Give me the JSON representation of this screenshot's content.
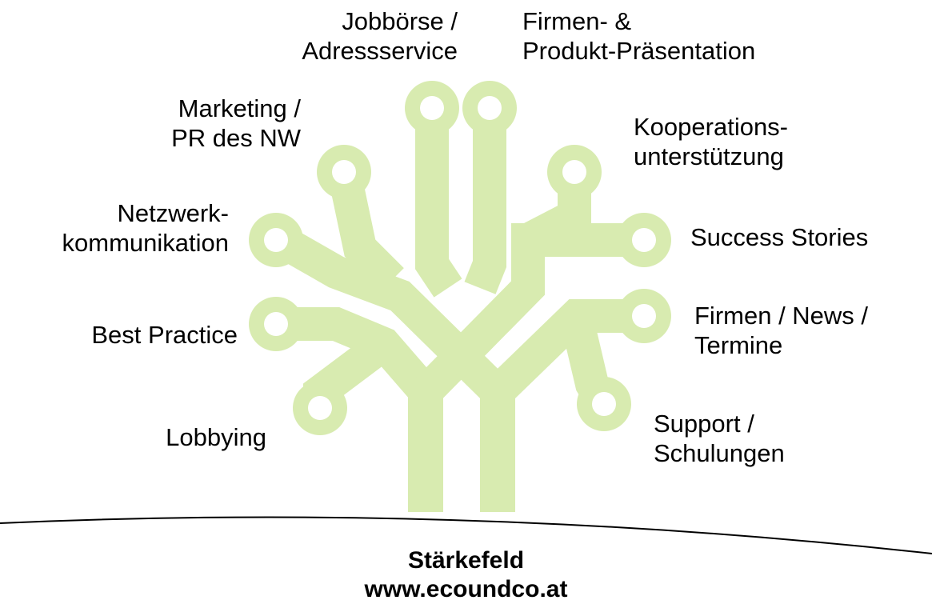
{
  "colors": {
    "tree": "#d8ebb0",
    "text": "#000000",
    "ground": "#000000"
  },
  "labels": {
    "jobboerse": [
      "Jobbörse /",
      "Adressservice"
    ],
    "firmen_praesentation": [
      "Firmen- &",
      "Produkt-Präsentation"
    ],
    "marketing": [
      "Marketing /",
      "PR des NW"
    ],
    "kooperation": [
      "Kooperations-",
      "unterstützung"
    ],
    "netzwerk": [
      "Netzwerk-",
      "kommunikation"
    ],
    "success": [
      "Success Stories"
    ],
    "best_practice": [
      "Best Practice"
    ],
    "firmen_news": [
      "Firmen / News /",
      "Termine"
    ],
    "lobbying": [
      "Lobbying"
    ],
    "support": [
      "Support /",
      "Schulungen"
    ]
  },
  "footer": {
    "line1": "Stärkefeld",
    "line2": "www.ecoundco.at"
  }
}
